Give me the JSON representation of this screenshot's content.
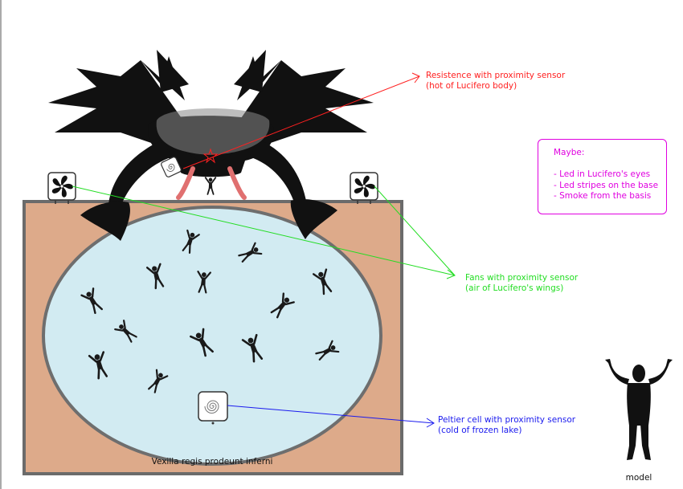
{
  "labels": {
    "resistance_line1": "Resistence with proximity sensor",
    "resistance_line2": "(hot of Lucifero body)",
    "fans_line1": "Fans with proximity sensor",
    "fans_line2": "(air of Lucifero's wings)",
    "peltier_line1": "Peltier cell with proximity sensor",
    "peltier_line2": "(cold of frozen lake)",
    "base_caption": "Vexilla regis prodeunt inferni",
    "model_caption": "model"
  },
  "maybe_box": {
    "title": "Maybe:",
    "items": [
      "- Led in Lucifero's eyes",
      "- Led stripes on the base",
      "- Smoke from the basis"
    ]
  },
  "colors": {
    "resistance": "#ff2020",
    "fans": "#22dd22",
    "peltier": "#1a1aee",
    "maybe": "#e000e0",
    "base_fill": "#ddaa8a",
    "base_border": "#6b6b6b",
    "lake_fill": "#d2ebf2",
    "figure": "#111111"
  },
  "icons": [
    "fan-icon",
    "spiral-icon"
  ]
}
